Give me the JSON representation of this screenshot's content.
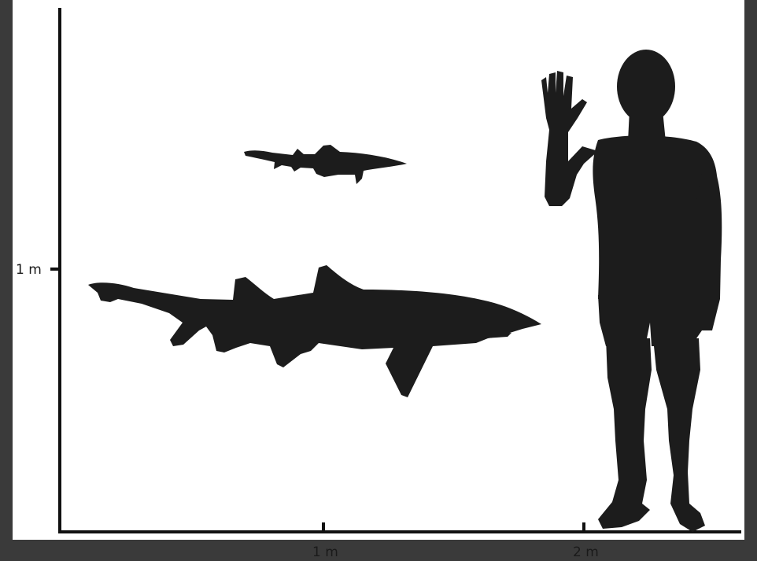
{
  "colors": {
    "frame": "#3a3a3a",
    "background": "#ffffff",
    "silhouette": "#1c1c1c",
    "axis": "#111111"
  },
  "axes": {
    "y_tick_label": "1 m",
    "x_tick_labels": [
      "1 m",
      "2 m"
    ]
  },
  "figures": [
    {
      "id": "small-shark",
      "kind": "shark silhouette"
    },
    {
      "id": "large-shark",
      "kind": "shark silhouette"
    },
    {
      "id": "human",
      "kind": "human silhouette, waving"
    }
  ]
}
